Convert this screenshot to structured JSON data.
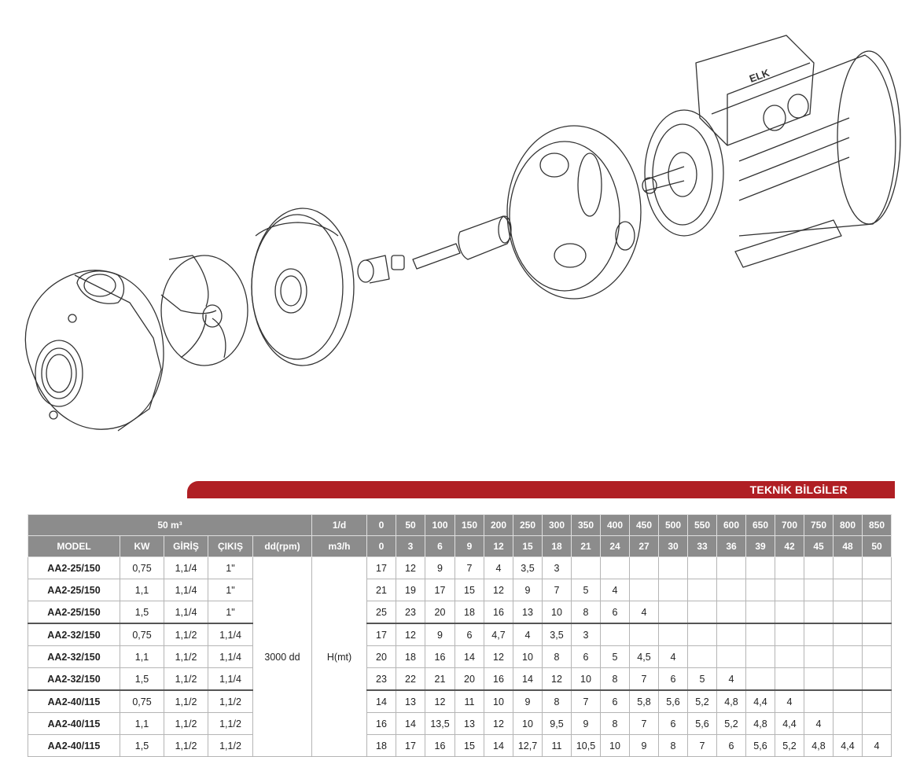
{
  "brand": "ELK",
  "banner": "TEKNİK BİLGİLER",
  "header_row1": {
    "flow_m3": "50 m³",
    "unit_ld": "1/d",
    "ld_values": [
      "0",
      "50",
      "100",
      "150",
      "200",
      "250",
      "300",
      "350",
      "400",
      "450",
      "500",
      "550",
      "600",
      "650",
      "700",
      "750",
      "800",
      "850"
    ]
  },
  "header_row2": {
    "model": "MODEL",
    "kw": "KW",
    "giris": "GİRİŞ",
    "cikis": "ÇIKIŞ",
    "rpm": "dd(rpm)",
    "unit_m3h": "m3/h",
    "m3h_values": [
      "0",
      "3",
      "6",
      "9",
      "12",
      "15",
      "18",
      "21",
      "24",
      "27",
      "30",
      "33",
      "36",
      "39",
      "42",
      "45",
      "48",
      "50"
    ]
  },
  "speed": "3000 dd",
  "head_unit": "H(mt)",
  "rows": [
    {
      "model": "AA2-25/150",
      "kw": "0,75",
      "giris": "1,1/4",
      "cikis": "1\"",
      "h": [
        "17",
        "12",
        "9",
        "7",
        "4",
        "3,5",
        "3",
        "",
        "",
        "",
        "",
        "",
        "",
        "",
        "",
        "",
        "",
        ""
      ]
    },
    {
      "model": "AA2-25/150",
      "kw": "1,1",
      "giris": "1,1/4",
      "cikis": "1\"",
      "h": [
        "21",
        "19",
        "17",
        "15",
        "12",
        "9",
        "7",
        "5",
        "4",
        "",
        "",
        "",
        "",
        "",
        "",
        "",
        "",
        ""
      ]
    },
    {
      "model": "AA2-25/150",
      "kw": "1,5",
      "giris": "1,1/4",
      "cikis": "1\"",
      "h": [
        "25",
        "23",
        "20",
        "18",
        "16",
        "13",
        "10",
        "8",
        "6",
        "4",
        "",
        "",
        "",
        "",
        "",
        "",
        "",
        ""
      ]
    },
    {
      "model": "AA2-32/150",
      "kw": "0,75",
      "giris": "1,1/2",
      "cikis": "1,1/4",
      "h": [
        "17",
        "12",
        "9",
        "6",
        "4,7",
        "4",
        "3,5",
        "3",
        "",
        "",
        "",
        "",
        "",
        "",
        "",
        "",
        "",
        ""
      ]
    },
    {
      "model": "AA2-32/150",
      "kw": "1,1",
      "giris": "1,1/2",
      "cikis": "1,1/4",
      "h": [
        "20",
        "18",
        "16",
        "14",
        "12",
        "10",
        "8",
        "6",
        "5",
        "4,5",
        "4",
        "",
        "",
        "",
        "",
        "",
        "",
        ""
      ]
    },
    {
      "model": "AA2-32/150",
      "kw": "1,5",
      "giris": "1,1/2",
      "cikis": "1,1/4",
      "h": [
        "23",
        "22",
        "21",
        "20",
        "16",
        "14",
        "12",
        "10",
        "8",
        "7",
        "6",
        "5",
        "4",
        "",
        "",
        "",
        "",
        ""
      ]
    },
    {
      "model": "AA2-40/115",
      "kw": "0,75",
      "giris": "1,1/2",
      "cikis": "1,1/2",
      "h": [
        "14",
        "13",
        "12",
        "11",
        "10",
        "9",
        "8",
        "7",
        "6",
        "5,8",
        "5,6",
        "5,2",
        "4,8",
        "4,4",
        "4",
        "",
        "",
        ""
      ]
    },
    {
      "model": "AA2-40/115",
      "kw": "1,1",
      "giris": "1,1/2",
      "cikis": "1,1/2",
      "h": [
        "16",
        "14",
        "13,5",
        "13",
        "12",
        "10",
        "9,5",
        "9",
        "8",
        "7",
        "6",
        "5,6",
        "5,2",
        "4,8",
        "4,4",
        "4",
        "",
        ""
      ]
    },
    {
      "model": "AA2-40/115",
      "kw": "1,5",
      "giris": "1,1/2",
      "cikis": "1,1/2",
      "h": [
        "18",
        "17",
        "16",
        "15",
        "14",
        "12,7",
        "11",
        "10,5",
        "10",
        "9",
        "8",
        "7",
        "6",
        "5,6",
        "5,2",
        "4,8",
        "4,4",
        "4"
      ]
    }
  ]
}
